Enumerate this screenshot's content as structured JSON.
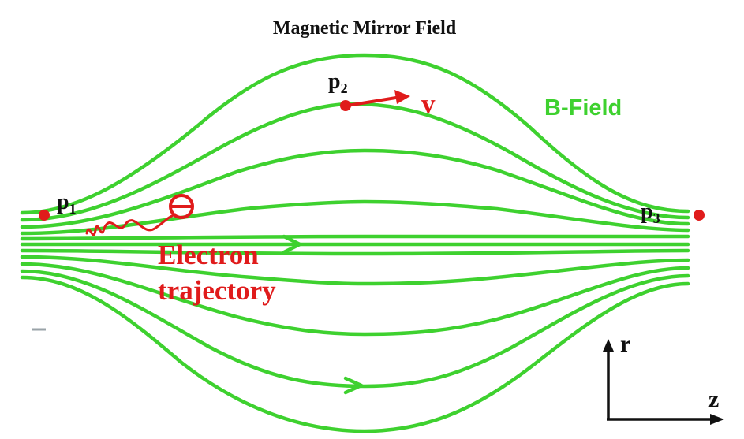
{
  "title": "Magnetic Mirror Field",
  "field_label": "B-Field",
  "electron_label": {
    "line1": "Electron",
    "line2": "trajectory"
  },
  "velocity_label": "v",
  "points": {
    "p1": {
      "letter": "p",
      "sub": "1"
    },
    "p2": {
      "letter": "p",
      "sub": "2"
    },
    "p3": {
      "letter": "p",
      "sub": "3"
    }
  },
  "axes": {
    "vertical": "r",
    "horizontal": "z"
  },
  "colors": {
    "field": "#3ed12f",
    "electron": "#e01b1b",
    "axis": "#111111"
  },
  "icons": {
    "electron": "circle-minus-electron-icon"
  }
}
